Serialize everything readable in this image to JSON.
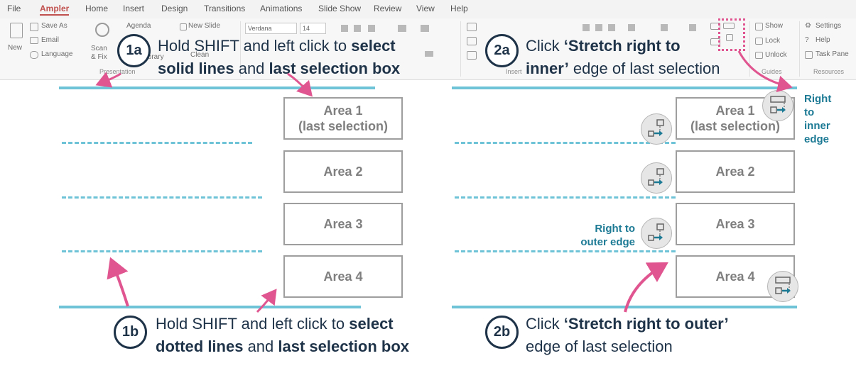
{
  "menu": {
    "tabs": [
      "File",
      "Ampler",
      "Home",
      "Insert",
      "Design",
      "Transitions",
      "Animations",
      "Slide Show",
      "Review",
      "View",
      "Help"
    ],
    "active": "Ampler"
  },
  "ribbon": {
    "new_label": "New",
    "save_as": "Save As",
    "email": "Email",
    "language": "Language",
    "scan_fix": "Scan & Fix",
    "agenda": "Agenda",
    "library": "Library",
    "new_slide": "New Slide",
    "clean": "Clean",
    "font_name": "Verdana",
    "font_size": "14",
    "show": "Show",
    "lock": "Lock",
    "unlock": "Unlock",
    "settings": "Settings",
    "help": "Help",
    "task_pane": "Task Pane",
    "group_presentation": "Presentation",
    "group_insert": "Insert",
    "group_guides": "Guides",
    "group_resources": "Resources"
  },
  "steps": {
    "s1a": {
      "num": "1a",
      "line1_pre": "Hold SHIFT and left click to ",
      "line1_bold": "select",
      "line2_bold1": "solid lines",
      "line2_mid": " and ",
      "line2_bold2": "last selection box"
    },
    "s1b": {
      "num": "1b",
      "line1_pre": "Hold SHIFT and left click to ",
      "line1_bold": "select",
      "line2_bold1": "dotted lines",
      "line2_mid": " and ",
      "line2_bold2": "last selection box"
    },
    "s2a": {
      "num": "2a",
      "line1_pre": "Click ",
      "line1_bold": "‘Stretch right to",
      "line2_bold": "inner’",
      "line2_post": " edge of last selection"
    },
    "s2b": {
      "num": "2b",
      "line1_pre": "Click ",
      "line1_bold": "‘Stretch right to outer’",
      "line2_post": "edge of last selection"
    }
  },
  "areas": {
    "a1_line1": "Area 1",
    "a1_line2": "(last selection)",
    "a2": "Area 2",
    "a3": "Area 3",
    "a4": "Area 4"
  },
  "notes": {
    "inner": [
      "Right",
      "to",
      "inner",
      "edge"
    ],
    "outer": [
      "Right to",
      "outer edge"
    ]
  },
  "colors": {
    "accent_line": "#6ec4d6",
    "arrow": "#e0558f",
    "text_dark": "#1e3248",
    "note": "#1d7a95",
    "box_border": "#9e9e9e"
  }
}
